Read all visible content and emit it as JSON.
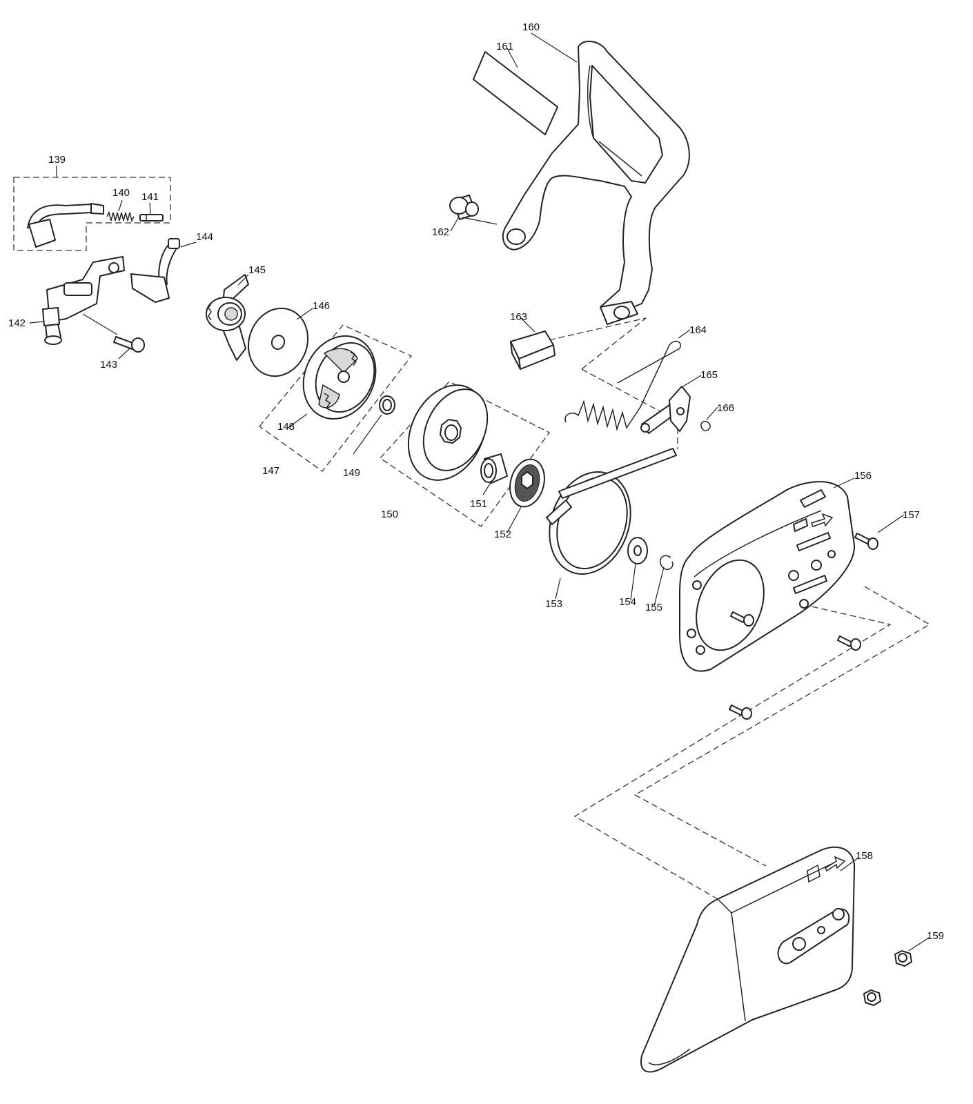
{
  "callouts": {
    "c139": "139",
    "c140": "140",
    "c141": "141",
    "c142": "142",
    "c143": "143",
    "c144": "144",
    "c145": "145",
    "c146": "146",
    "c147": "147",
    "c148": "148",
    "c149": "149",
    "c150": "150",
    "c151": "151",
    "c152": "152",
    "c153": "153",
    "c154": "154",
    "c155": "155",
    "c156": "156",
    "c157": "157",
    "c158": "158",
    "c159": "159",
    "c160": "160",
    "c161": "161",
    "c162": "162",
    "c163": "163",
    "c164": "164",
    "c165": "165",
    "c166": "166"
  }
}
